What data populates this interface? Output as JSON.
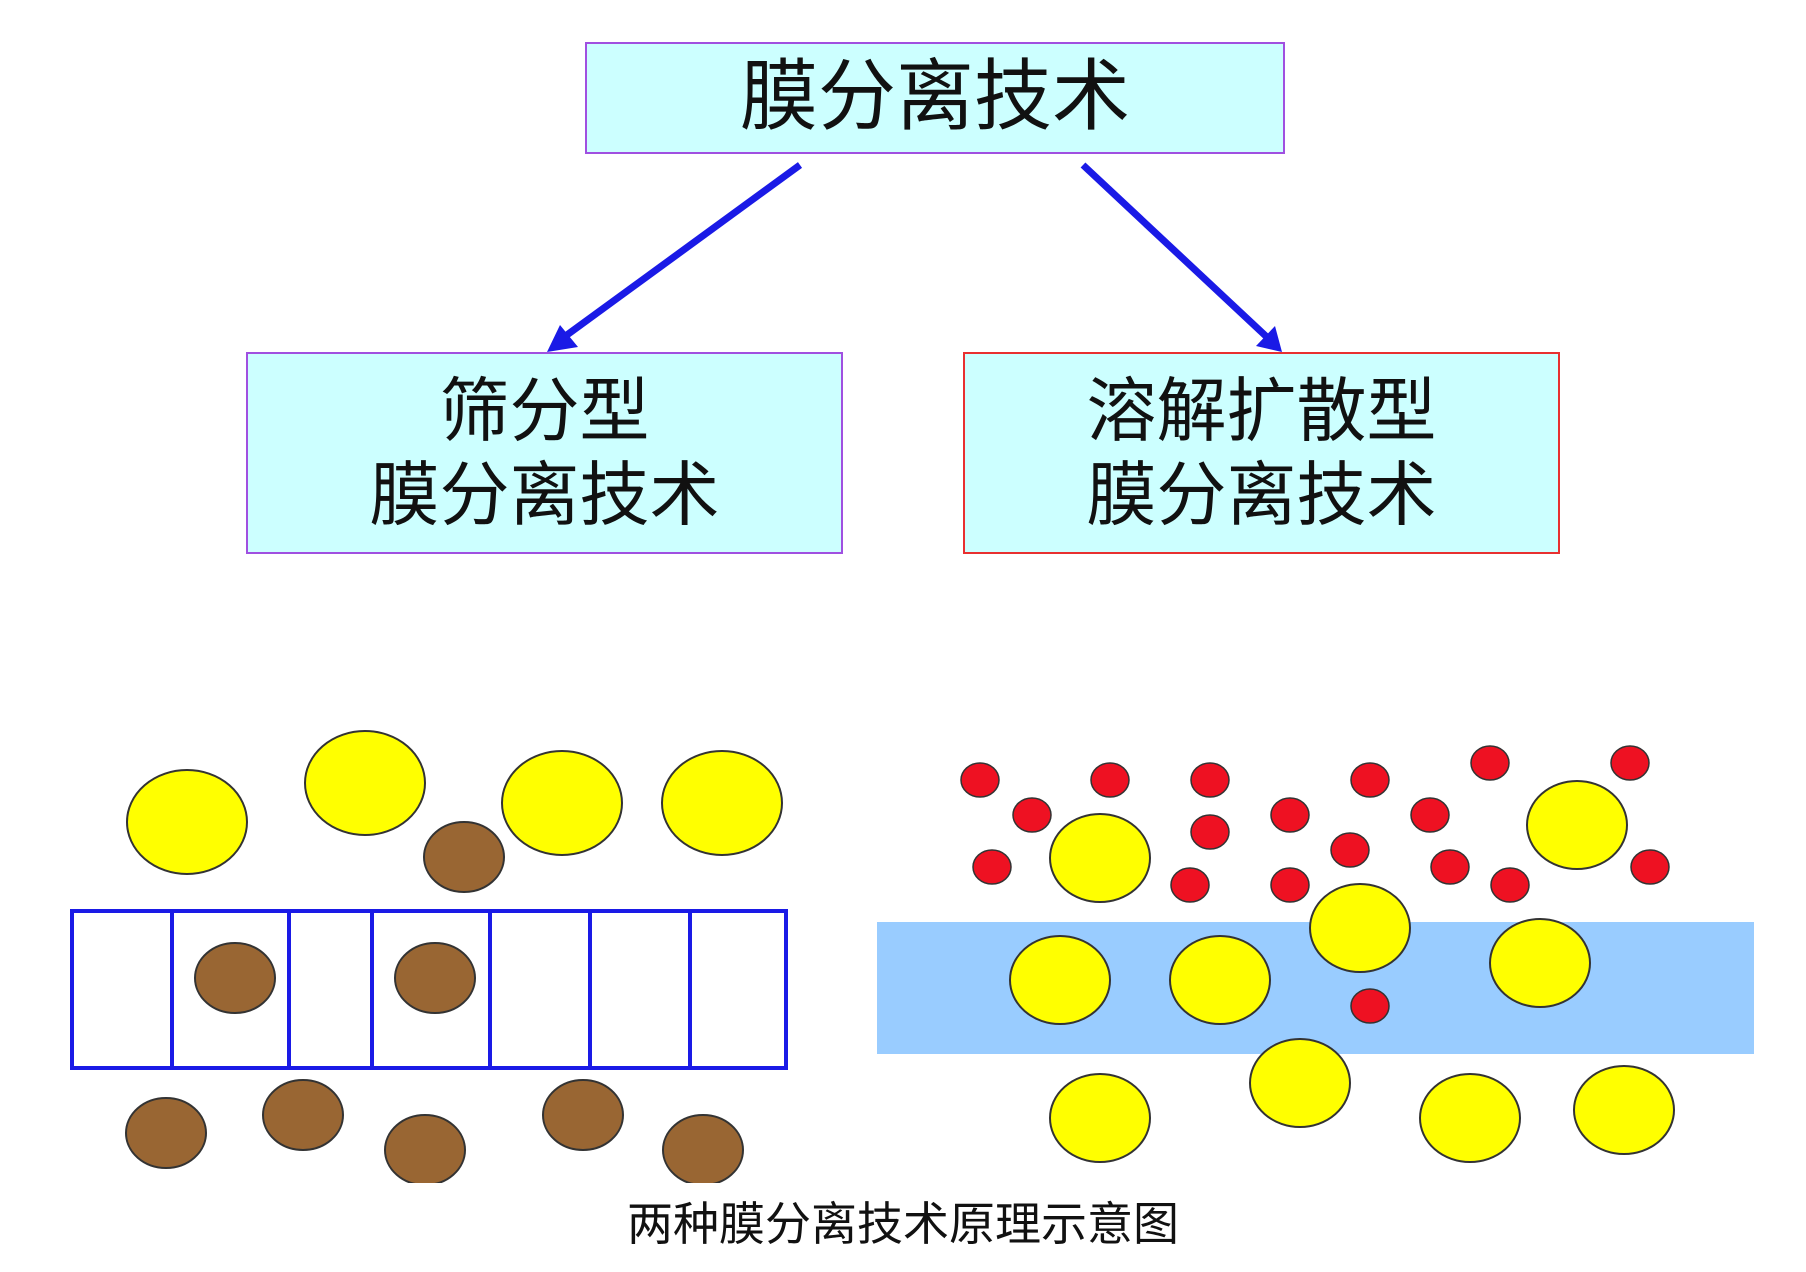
{
  "root": {
    "label": "膜分离技术"
  },
  "left": {
    "line1": "筛分型",
    "line2": "膜分离技术"
  },
  "right": {
    "line1": "溶解扩散型",
    "line2": "膜分离技术"
  },
  "caption": "两种膜分离技术原理示意图",
  "colors": {
    "box_fill": "#ccffff",
    "root_border": "#a050e0",
    "left_border": "#a050e0",
    "right_border": "#e83030",
    "arrow": "#1a1ae6",
    "sieve_frame": "#1a1ae6",
    "membrane_band": "#99ccff",
    "large_particle": "#ffff00",
    "medium_particle": "#996633",
    "small_particle": "#ee1122",
    "particle_outline": "#333333"
  }
}
